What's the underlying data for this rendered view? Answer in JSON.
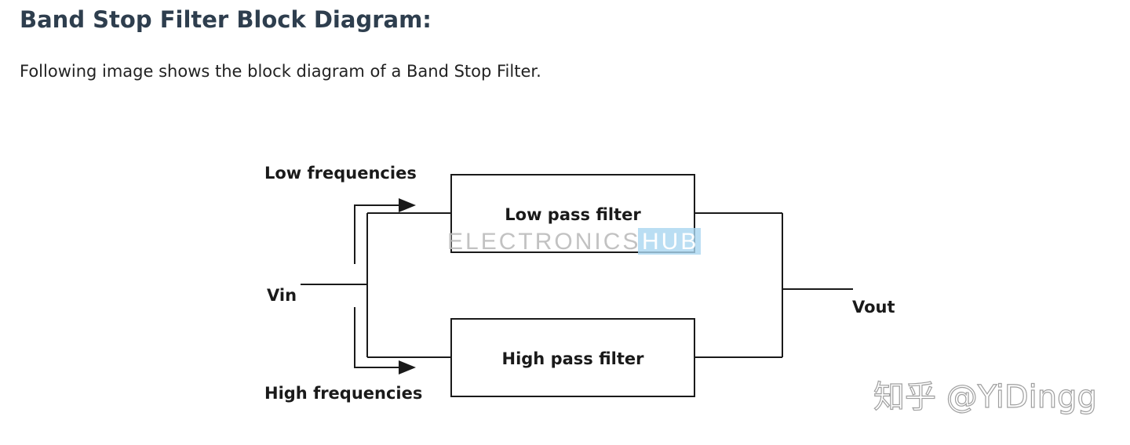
{
  "article": {
    "heading": "Band Stop Filter Block Diagram:",
    "intro": "Following image shows the block diagram of a Band Stop Filter."
  },
  "diagram": {
    "label_low_frequencies": "Low frequencies",
    "label_high_frequencies": "High frequencies",
    "label_vin": "Vin",
    "label_vout": "Vout",
    "block_low_pass": "Low pass filter",
    "block_high_pass": "High pass filter"
  },
  "watermarks": {
    "electronics_hub_left": "ELECTRONICS",
    "electronics_hub_right": "HUB",
    "zhihu_mark": "知乎 @YiDingg"
  },
  "colors": {
    "heading": "#2e3e4e",
    "text": "#222222",
    "line": "#1a1a1a",
    "watermark_grey": "#bcbcbc",
    "watermark_blue": "#a9d6f0"
  }
}
